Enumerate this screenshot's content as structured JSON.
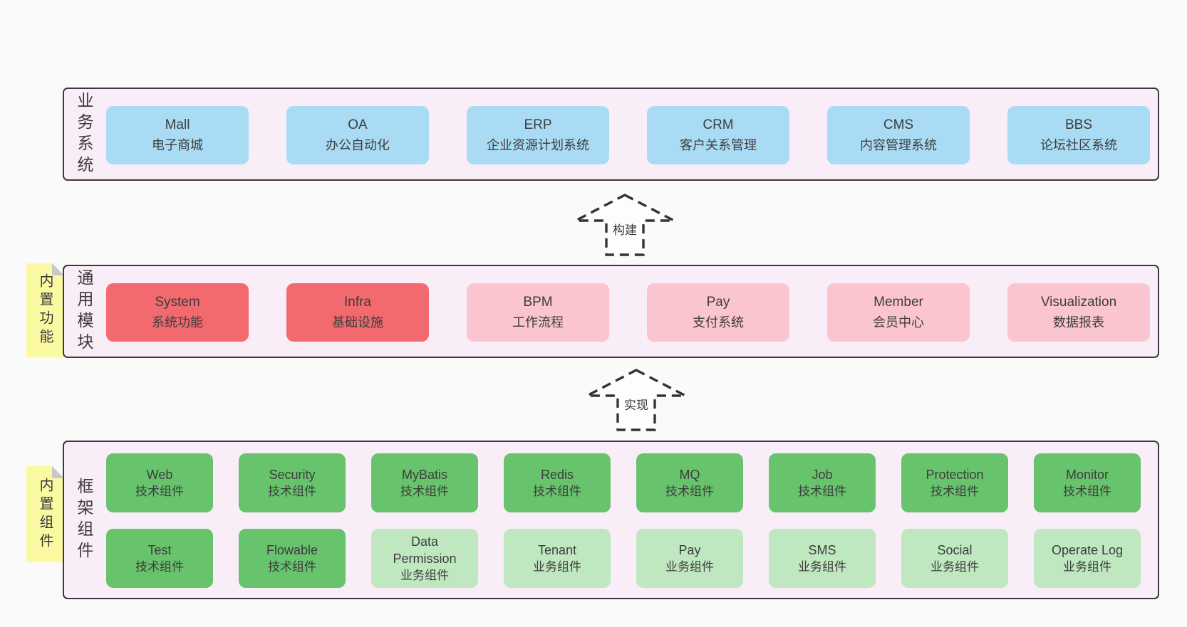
{
  "arrows": {
    "build": {
      "label": "构建"
    },
    "implement": {
      "label": "实现"
    }
  },
  "stickies": {
    "features": {
      "label": "内置功能"
    },
    "components": {
      "label": "内置组件"
    }
  },
  "bands": {
    "business": {
      "label": "业务系统",
      "boxes": [
        {
          "en": "Mall",
          "zh": "电子商城"
        },
        {
          "en": "OA",
          "zh": "办公自动化"
        },
        {
          "en": "ERP",
          "zh": "企业资源计划系统"
        },
        {
          "en": "CRM",
          "zh": "客户关系管理"
        },
        {
          "en": "CMS",
          "zh": "内容管理系统"
        },
        {
          "en": "BBS",
          "zh": "论坛社区系统"
        }
      ]
    },
    "modules": {
      "label": "通用模块",
      "boxes": [
        {
          "en": "System",
          "zh": "系统功能"
        },
        {
          "en": "Infra",
          "zh": "基础设施"
        },
        {
          "en": "BPM",
          "zh": "工作流程"
        },
        {
          "en": "Pay",
          "zh": "支付系统"
        },
        {
          "en": "Member",
          "zh": "会员中心"
        },
        {
          "en": "Visualization",
          "zh": "数据报表"
        }
      ]
    },
    "components": {
      "label": "框架组件",
      "row1": [
        {
          "en": "Web",
          "zh": "技术组件"
        },
        {
          "en": "Security",
          "zh": "技术组件"
        },
        {
          "en": "MyBatis",
          "zh": "技术组件"
        },
        {
          "en": "Redis",
          "zh": "技术组件"
        },
        {
          "en": "MQ",
          "zh": "技术组件"
        },
        {
          "en": "Job",
          "zh": "技术组件"
        },
        {
          "en": "Protection",
          "zh": "技术组件"
        },
        {
          "en": "Monitor",
          "zh": "技术组件"
        }
      ],
      "row2": [
        {
          "en": "Test",
          "zh": "技术组件"
        },
        {
          "en": "Flowable",
          "zh": "技术组件"
        },
        {
          "en": "Data Permission",
          "zh": "业务组件"
        },
        {
          "en": "Tenant",
          "zh": "业务组件"
        },
        {
          "en": "Pay",
          "zh": "业务组件"
        },
        {
          "en": "SMS",
          "zh": "业务组件"
        },
        {
          "en": "Social",
          "zh": "业务组件"
        },
        {
          "en": "Operate Log",
          "zh": "业务组件"
        }
      ]
    }
  },
  "colors": {
    "page_bg": "#fafafa",
    "band_bg": "#f9edf7",
    "band_border": "#3a3a3a",
    "box_blue": "#a9dcf4",
    "box_red": "#f2696e",
    "box_pink": "#fbc5cf",
    "box_green_dark": "#67c36c",
    "box_green_light": "#bfe8c1",
    "sticky_yellow": "#fbf9a2",
    "sticky_fold": "#c8c8c8",
    "text": "#3d3d3d"
  }
}
